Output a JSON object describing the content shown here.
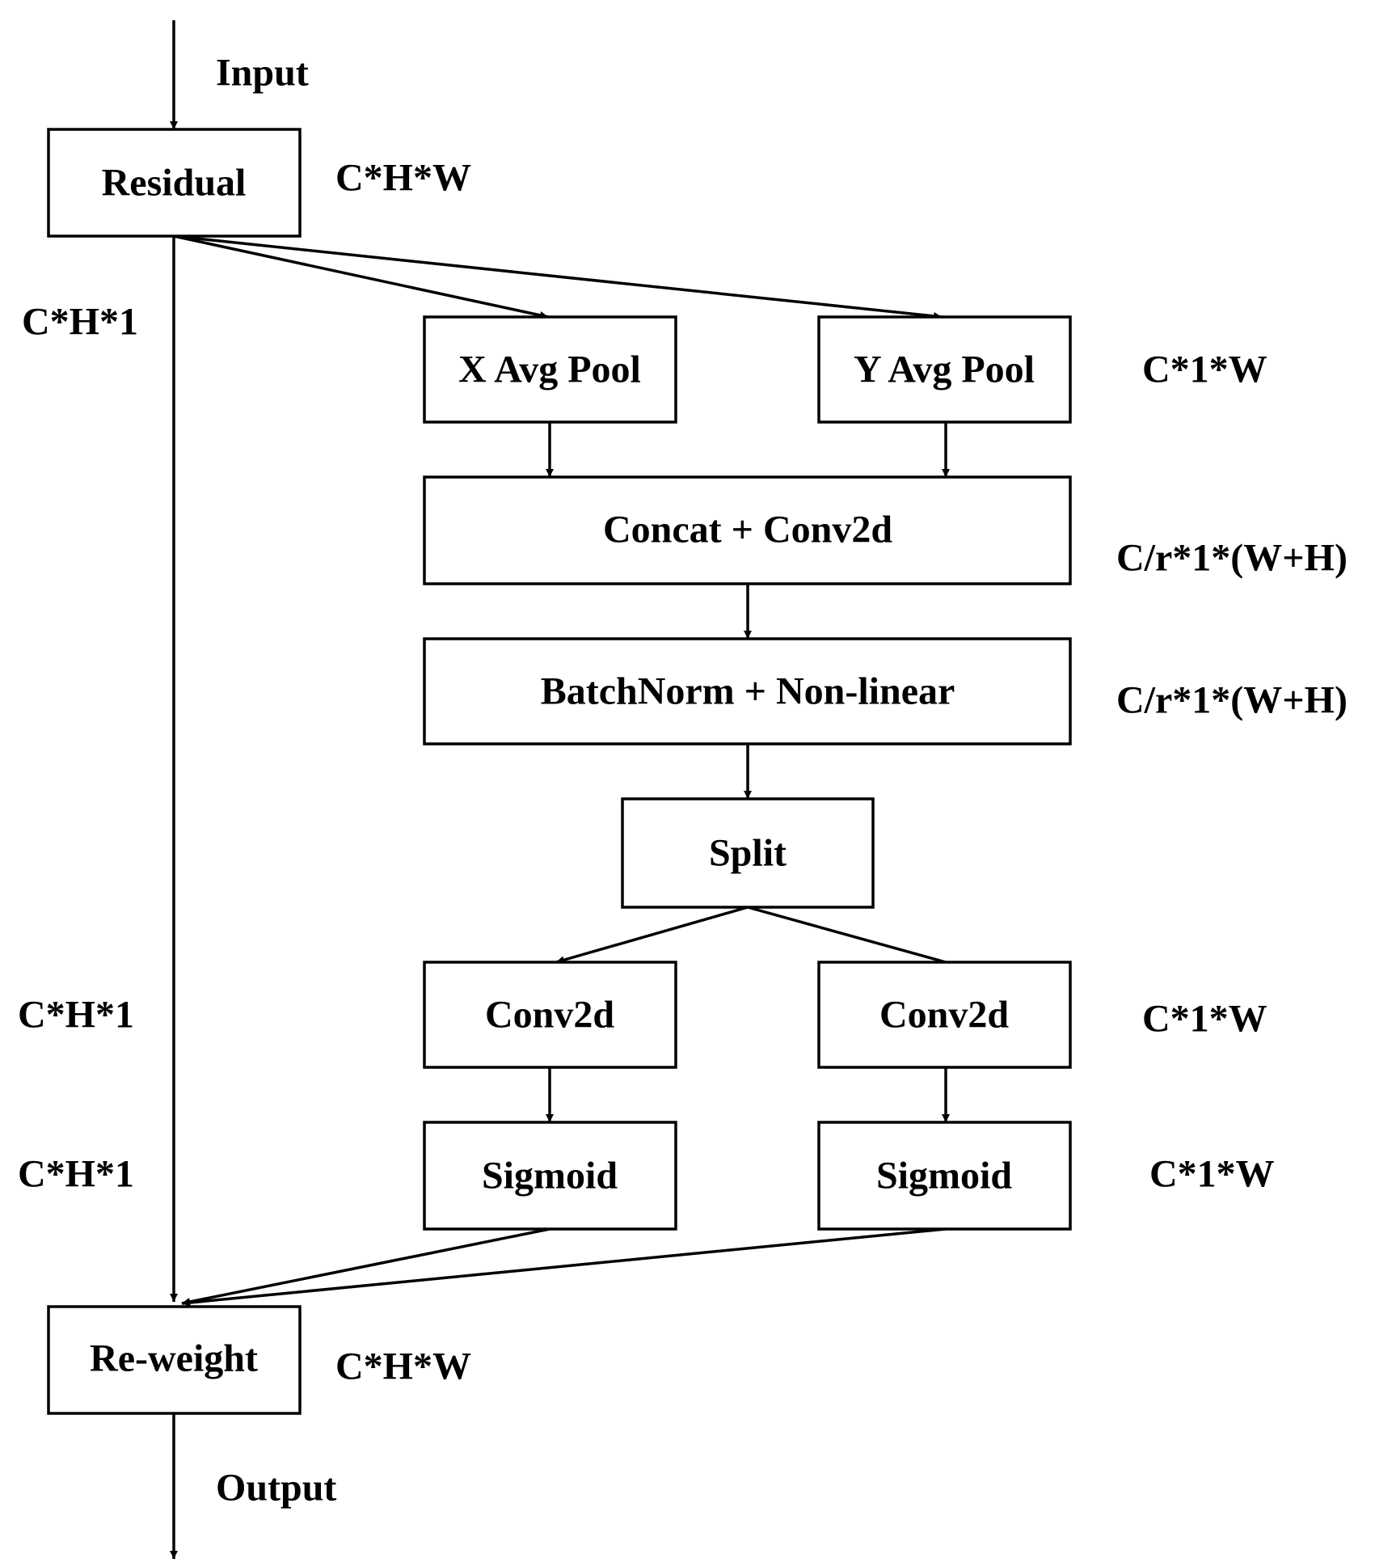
{
  "flow": {
    "input_label": "Input",
    "output_label": "Output"
  },
  "nodes": {
    "residual": "Residual",
    "x_avg_pool": "X Avg Pool",
    "y_avg_pool": "Y Avg Pool",
    "concat_conv": "Concat + Conv2d",
    "batchnorm": "BatchNorm + Non-linear",
    "split": "Split",
    "conv_left": "Conv2d",
    "conv_right": "Conv2d",
    "sigmoid_left": "Sigmoid",
    "sigmoid_right": "Sigmoid",
    "reweight": "Re-weight"
  },
  "shapes": {
    "residual": "C*H*W",
    "skip_top": "C*H*1",
    "pool": "C*1*W",
    "concat": "C/r*1*(W+H)",
    "batchnorm": "C/r*1*(W+H)",
    "conv_left": "C*H*1",
    "conv_right": "C*1*W",
    "sigmoid_left": "C*H*1",
    "sigmoid_right": "C*1*W",
    "reweight": "C*H*W"
  },
  "colors": {
    "stroke": "#000000",
    "fill": "#ffffff"
  }
}
